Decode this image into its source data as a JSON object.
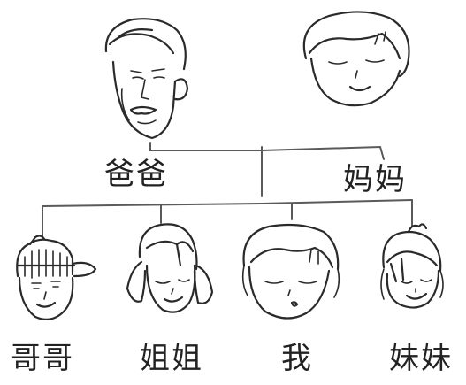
{
  "labels": {
    "father": "爸爸",
    "mother": "妈妈",
    "elder_brother": "哥哥",
    "elder_sister": "姐姐",
    "me": "我",
    "younger_sister": "妹妹"
  },
  "colors": {
    "line": "#5a5a5a",
    "ink": "#2a2a2a",
    "text": "#222222",
    "background": "#ffffff"
  }
}
